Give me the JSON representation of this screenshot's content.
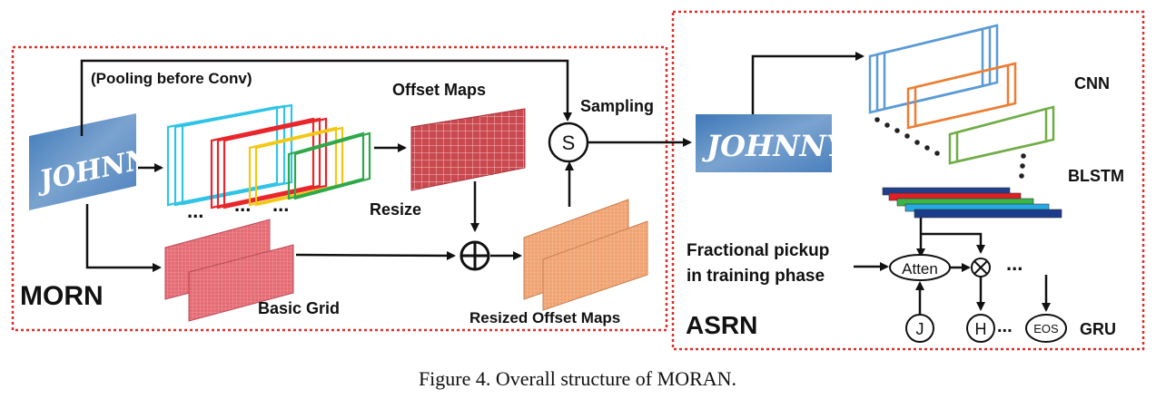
{
  "figure": {
    "caption": "Figure 4. Overall structure of MORAN.",
    "input_word": "JOHNNY"
  },
  "morn": {
    "title": "MORN",
    "pooling_label": "(Pooling before Conv)",
    "offset_maps_label": "Offset Maps",
    "resize_label": "Resize",
    "basic_grid_label": "Basic Grid",
    "resized_offset_maps_label": "Resized Offset Maps",
    "sampling_label": "Sampling",
    "sampler_symbol": "S",
    "ellipsis": "...",
    "colors": {
      "frame": "#d9302c",
      "cyan": "#2fc4e8",
      "red": "#e8262b",
      "yellow": "#f2c811",
      "green": "#2fa84a",
      "offset_map": "#c9494f",
      "basic_grid": "#e56b74",
      "resized_offset": "#f0a271"
    }
  },
  "asrn": {
    "title": "ASRN",
    "cnn_label": "CNN",
    "blstm_label": "BLSTM",
    "gru_label": "GRU",
    "fractional_line1": "Fractional pickup",
    "fractional_line2": "in training phase",
    "atten_label": "Atten",
    "j_label": "J",
    "h_label": "H",
    "eos_label": "EOS",
    "ellipsis": "...",
    "colors": {
      "blue": "#5b9bd5",
      "orange": "#ed7d31",
      "green": "#70ad47",
      "blstm_layers": [
        "#1f3f8f",
        "#e11f26",
        "#39b54a",
        "#27aae1",
        "#1b3c8c"
      ]
    }
  }
}
